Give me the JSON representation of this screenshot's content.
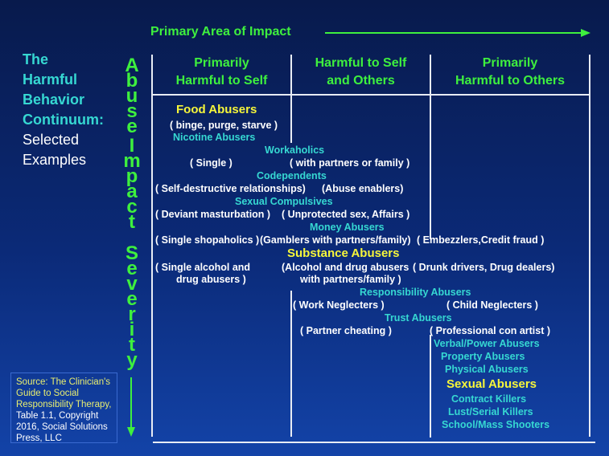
{
  "top_axis": {
    "label": "Primary Area of Impact"
  },
  "side_axis": {
    "words": [
      "Abuse",
      "Impact",
      "Severity"
    ]
  },
  "title": {
    "lines": [
      "The",
      "Harmful",
      "Behavior",
      "Continuum:"
    ],
    "sub_lines": [
      "Selected",
      "Examples"
    ]
  },
  "columns": [
    {
      "line1": "Primarily",
      "line2": "Harmful to Self"
    },
    {
      "line1": "Harmful to Self",
      "line2": "and Others"
    },
    {
      "line1": "Primarily",
      "line2": "Harmful to Others"
    }
  ],
  "items": {
    "food": "Food Abusers",
    "food_sub": "( binge, purge, starve )",
    "nicotine": "Nicotine Abusers",
    "workaholics": "Workaholics",
    "work_single": "( Single )",
    "work_partners": "( with partners or family )",
    "codependents": "Codependents",
    "codep_self": "( Self-destructive relationships)",
    "codep_enablers": "(Abuse enablers)",
    "sexual_compulsives": "Sexual Compulsives",
    "sc_deviant": "( Deviant masturbation )",
    "sc_unprotected": "( Unprotected sex, Affairs )",
    "money": "Money Abusers",
    "money_single": "( Single shopaholics )",
    "money_gamblers": "(Gamblers with partners/family)",
    "money_embezzlers": "( Embezzlers,Credit fraud )",
    "substance": "Substance Abusers",
    "subst_single_1": "( Single alcohol and",
    "subst_single_2": "drug abusers )",
    "subst_partners_1": "(Alcohol and drug abusers",
    "subst_partners_2": "with partners/family )",
    "subst_drunk": "( Drunk drivers, Drug dealers)",
    "responsibility": "Responsibility Abusers",
    "resp_work": "( Work Neglecters )",
    "resp_child": "( Child Neglecters )",
    "trust": "Trust Abusers",
    "trust_partner": "( Partner cheating )",
    "trust_con": "( Professional con artist )",
    "verbal": "Verbal/Power Abusers",
    "property": "Property Abusers",
    "physical": "Physical Abusers",
    "sexual_abusers": "Sexual Abusers",
    "contract": "Contract Killers",
    "lust": "Lust/Serial Killers",
    "school": "School/Mass Shooters"
  },
  "source": {
    "highlight": "Source: The Clinician's Guide to Social Responsibility Therapy,",
    "rest": " Table 1.1, Copyright 2016, Social Solutions Press, LLC"
  },
  "colors": {
    "green": "#3ef03e",
    "cyan": "#36d8d2",
    "yellow": "#f6f63a",
    "white": "#ffffff",
    "background": "#0b2a78"
  }
}
